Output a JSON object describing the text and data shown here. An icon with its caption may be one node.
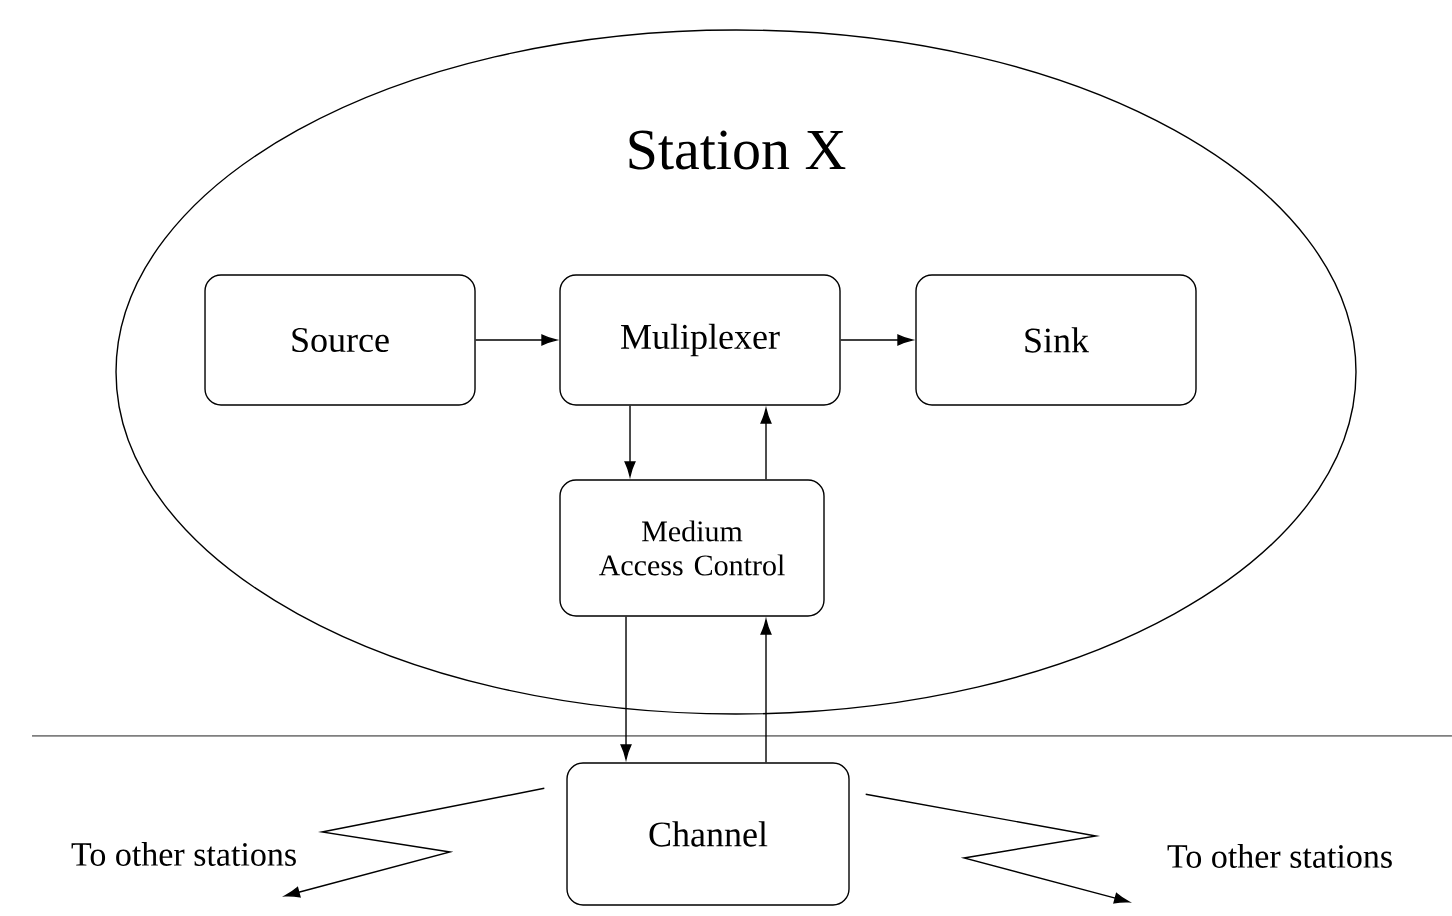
{
  "diagram": {
    "nodes": [
      {
        "text": [
          "Station X"
        ]
      },
      {
        "text": [
          "Source"
        ],
        "in": 0
      },
      {
        "text": [
          "Muliplexer"
        ],
        "in": 0
      },
      {
        "text": [
          "Sink"
        ],
        "in": 0
      },
      {
        "text": [
          "Medium Access Control"
        ],
        "in": 0
      },
      {
        "text": [
          "Channel"
        ]
      },
      {
        "text": [
          "To other stations"
        ]
      },
      {
        "text": [
          "To other stations"
        ]
      }
    ],
    "edges": [
      {
        "from": 1,
        "to": 2,
        "arrow": "to"
      },
      {
        "from": 2,
        "to": 3,
        "arrow": "to"
      },
      {
        "from": 2,
        "to": 4,
        "arrow": "to"
      },
      {
        "from": 4,
        "to": 2,
        "arrow": "to"
      },
      {
        "from": 4,
        "to": 5,
        "arrow": "to"
      },
      {
        "from": 5,
        "to": 4,
        "arrow": "to"
      },
      {
        "from": 5,
        "to": 6,
        "arrow": "to"
      },
      {
        "from": 5,
        "to": 7,
        "arrow": "to"
      }
    ]
  }
}
